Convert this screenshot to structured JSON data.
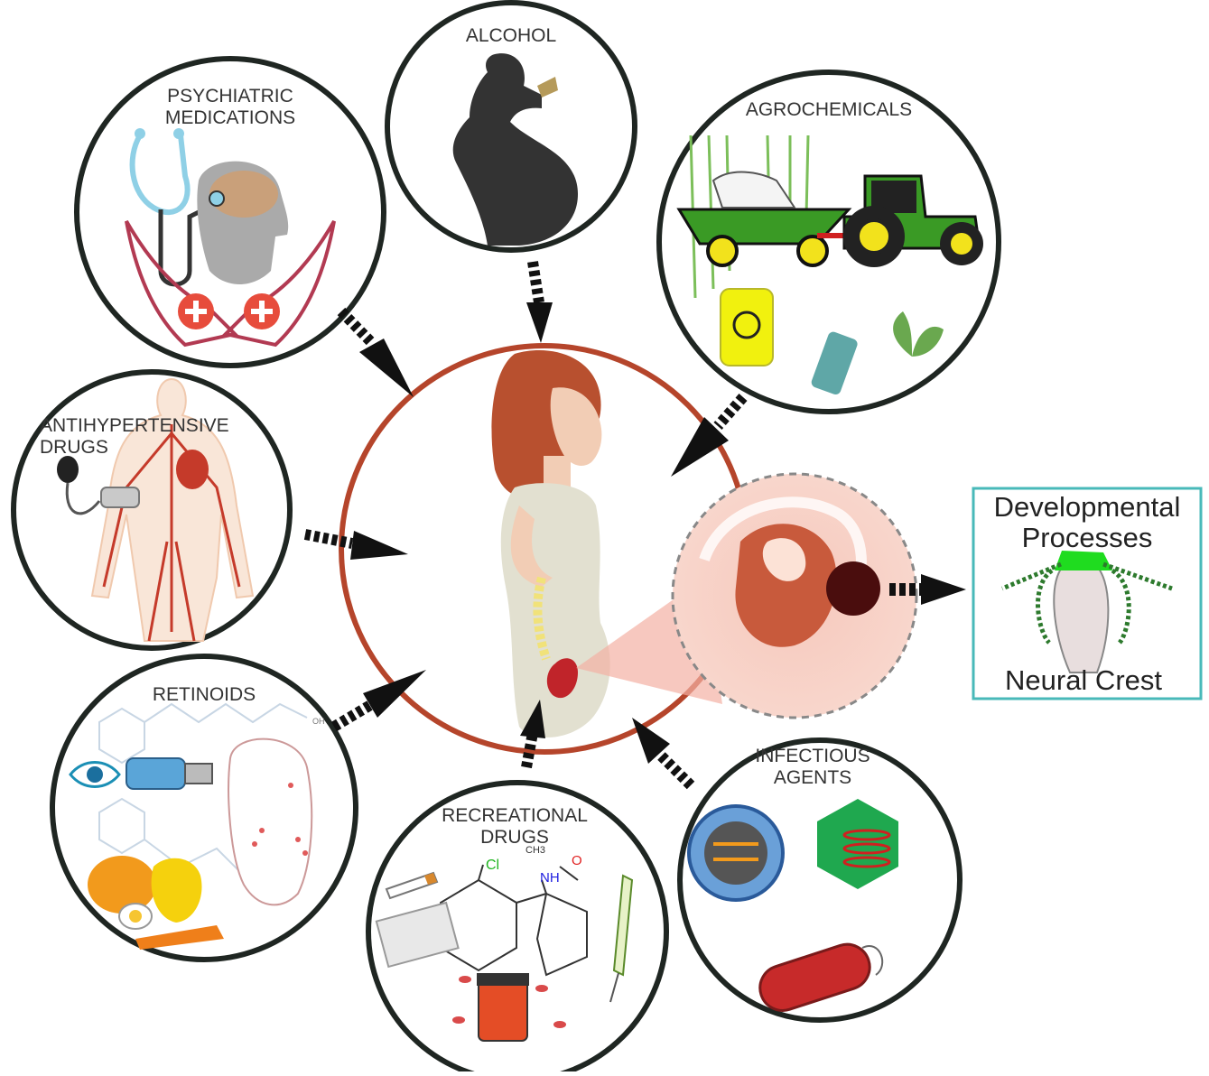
{
  "figure": {
    "center": {
      "label": "pregnant-woman-with-embryo"
    },
    "factors": [
      {
        "id": "alcohol",
        "lines": [
          "ALCOHOL"
        ]
      },
      {
        "id": "psychiatric",
        "lines": [
          "PSYCHIATRIC",
          "MEDICATIONS"
        ]
      },
      {
        "id": "agrochemicals",
        "lines": [
          "AGROCHEMICALS"
        ]
      },
      {
        "id": "antihypertensive",
        "lines": [
          "ANTIHYPERTENSIVE",
          "DRUGS"
        ]
      },
      {
        "id": "retinoids",
        "lines": [
          "RETINOIDS"
        ]
      },
      {
        "id": "recreational",
        "lines": [
          "RECREATIONAL",
          "DRUGS"
        ]
      },
      {
        "id": "infectious",
        "lines": [
          "INFECTIOUS",
          "AGENTS"
        ]
      }
    ],
    "chem_labels": {
      "chlorine": "Cl",
      "amine": "NH",
      "oxygen": "O",
      "methyl": "CH3",
      "hydroxyl": "OH"
    },
    "outcome": {
      "title_line1": "Developmental",
      "title_line2": "Processes",
      "subtitle": "Neural Crest"
    },
    "colors": {
      "center_ring": "#b5452b",
      "factor_ring": "#1f2622",
      "arrow": "#111111",
      "outcome_border": "#48b9b9",
      "neural_crest_green": "#1fdc1f"
    }
  }
}
